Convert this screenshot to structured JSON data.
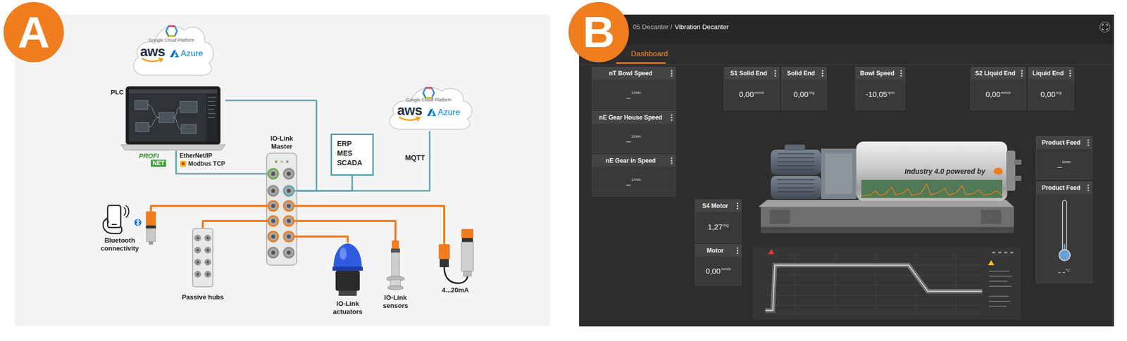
{
  "diagram": {
    "nodes": [
      {
        "text": [
          "A"
        ]
      },
      {
        "text": [
          "Google Cloud Platform",
          "aws",
          "Azure"
        ]
      },
      {
        "text": [
          "PLC"
        ]
      },
      {
        "text": [
          "IO-Link Master"
        ]
      },
      {
        "text": [
          "ERP MES SCADA"
        ]
      },
      {
        "text": [
          "Google Cloud Platform",
          "aws",
          "Azure"
        ]
      },
      {
        "text": [
          "Bluetooth connectivity"
        ]
      },
      {
        "text": [
          "Passive hubs"
        ]
      },
      {
        "text": [
          "IO-Link actuators"
        ]
      },
      {
        "text": [
          "IO-Link sensors"
        ]
      },
      {
        "text": [
          "4...20mA"
        ]
      },
      {
        "text": [
          "B"
        ]
      },
      {
        "text": [
          "nT Bowl Speed",
          "_",
          "1/min"
        ]
      },
      {
        "text": [
          "nE Gear House Speed",
          "_",
          "1/min"
        ]
      },
      {
        "text": [
          "nE Gear in Speed",
          "_",
          "1/min"
        ]
      },
      {
        "text": [
          "S1 Solid End",
          "0,00",
          "mm/s"
        ]
      },
      {
        "text": [
          "Solid End",
          "0,00",
          "mg"
        ]
      },
      {
        "text": [
          "Bowl Speed",
          "-10,05",
          "rpm"
        ]
      },
      {
        "text": [
          "S2 Liquid End",
          "0,00",
          "mm/s"
        ]
      },
      {
        "text": [
          "Liquid End",
          "0,00",
          "mg"
        ]
      },
      {
        "text": [
          "Product Feed",
          "_",
          "l/min"
        ]
      },
      {
        "text": [
          "Product Feed",
          "- -",
          "°C"
        ]
      },
      {
        "text": [
          "S4 Motor",
          "1,27",
          "mg"
        ]
      },
      {
        "text": [
          "Motor",
          "0,00",
          "mm/s"
        ]
      }
    ],
    "edges": [
      {
        "from": 2,
        "to": 3,
        "arrow": "none"
      },
      {
        "from": 3,
        "to": 2,
        "arrow": "none"
      },
      {
        "from": 3,
        "to": 4,
        "arrow": "none"
      },
      {
        "from": 3,
        "to": 5,
        "label": "MQTT",
        "arrow": "none"
      },
      {
        "from": 3,
        "to": 6,
        "arrow": "none"
      },
      {
        "from": 3,
        "to": 7,
        "arrow": "none"
      },
      {
        "from": 3,
        "to": 8,
        "arrow": "none"
      },
      {
        "from": 3,
        "to": 9,
        "arrow": "none"
      },
      {
        "from": 3,
        "to": 10,
        "arrow": "none"
      }
    ],
    "labels": [
      "PROFI",
      "NET",
      "EtherNet/IP",
      "Modbus TCP",
      "05 Decanter /",
      "Vibration Decanter",
      "Dashboard",
      "Industry 4.0 powered by"
    ]
  }
}
